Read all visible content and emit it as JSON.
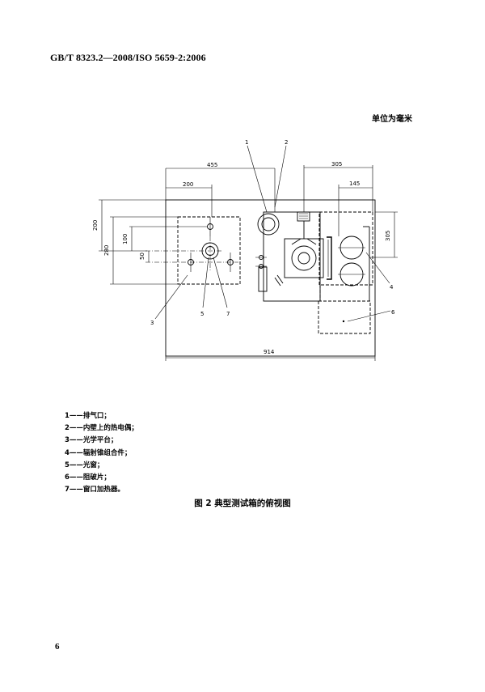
{
  "header": {
    "standard": "GB/T 8323.2—2008/ISO 5659-2:2006"
  },
  "unit_note": "单位为毫米",
  "dimensions": {
    "d455": "455",
    "d200_top": "200",
    "d305_top": "305",
    "d145": "145",
    "d914": "914",
    "d200_left": "200",
    "d280": "280",
    "d100": "100",
    "d50": "50",
    "d305_right": "305"
  },
  "callouts": [
    "1",
    "2",
    "3",
    "4",
    "5",
    "6",
    "7"
  ],
  "legend": [
    "1——排气口；",
    "2——内壁上的热电偶；",
    "3——光学平台；",
    "4——辐射锥组合件；",
    "5——光窗；",
    "6——阻破片；",
    "7——窗口加热器。"
  ],
  "caption": "图 2  典型测试箱的俯视图",
  "page_number": "6"
}
